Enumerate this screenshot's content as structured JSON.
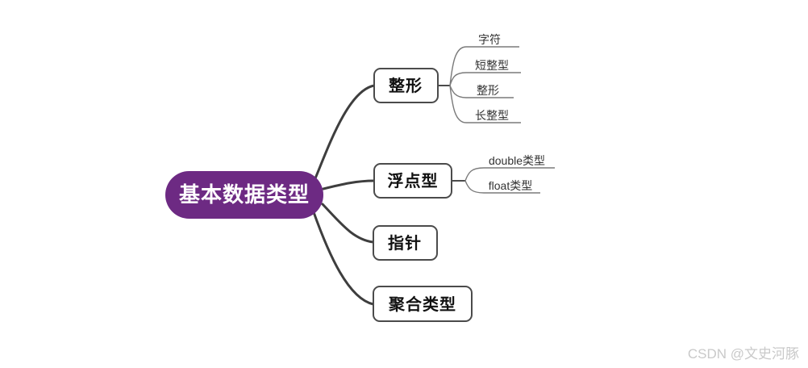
{
  "root": {
    "label": "基本数据类型"
  },
  "branches": [
    {
      "label": "整形",
      "children": [
        {
          "label": "字符"
        },
        {
          "label": "短整型"
        },
        {
          "label": "整形"
        },
        {
          "label": "长整型"
        }
      ]
    },
    {
      "label": "浮点型",
      "children": [
        {
          "label": "double类型"
        },
        {
          "label": "float类型"
        }
      ]
    },
    {
      "label": "指针",
      "children": []
    },
    {
      "label": "聚合类型",
      "children": []
    }
  ],
  "watermark": "CSDN @文史河豚",
  "colors": {
    "background": "#ffffff",
    "root_fill": "#6D2A83",
    "root_text": "#ffffff",
    "branch_line": "#3e3e3e",
    "box_fill": "#ffffff",
    "box_border": "#4b4b4b",
    "box_text": "#111111",
    "child_line": "#7a7a7a",
    "child_text": "#333333",
    "watermark_text": "#c9c9c9"
  }
}
